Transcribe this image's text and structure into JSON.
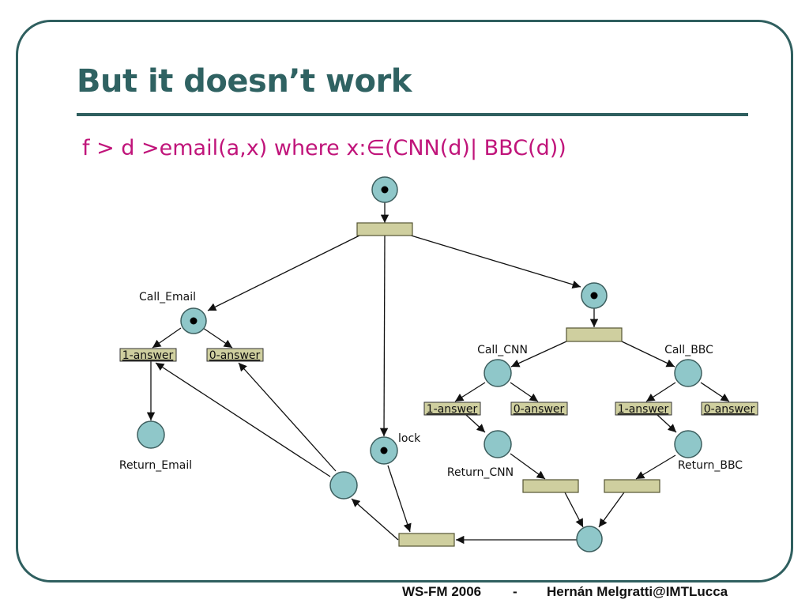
{
  "title": "But it doesn’t work",
  "subtitle": {
    "prefix": "f > d >email(a,x) where x:",
    "symbol": "∈",
    "suffix": "(CNN(d)| BBC(d))"
  },
  "diagram": {
    "labels": {
      "call_email": "Call_Email",
      "return_email": "Return_Email",
      "lock": "lock",
      "call_cnn": "Call_CNN",
      "return_cnn": "Return_CNN",
      "call_bbc": "Call_BBC",
      "return_bbc": "Return_BBC"
    },
    "transitions": {
      "email_1": "1-answer",
      "email_0": "0-answer",
      "cnn_1": "1-answer",
      "cnn_0": "0-answer",
      "bbc_1": "1-answer",
      "bbc_0": "0-answer"
    },
    "tokens": [
      "start",
      "call_email",
      "choice",
      "lock"
    ],
    "colors": {
      "place": "#8fc7c9",
      "transition": "#cfcf9f"
    }
  },
  "footer": {
    "event": "WS-FM 2006",
    "separator": "-",
    "author": "Hernán Melgratti@IMTLucca"
  }
}
